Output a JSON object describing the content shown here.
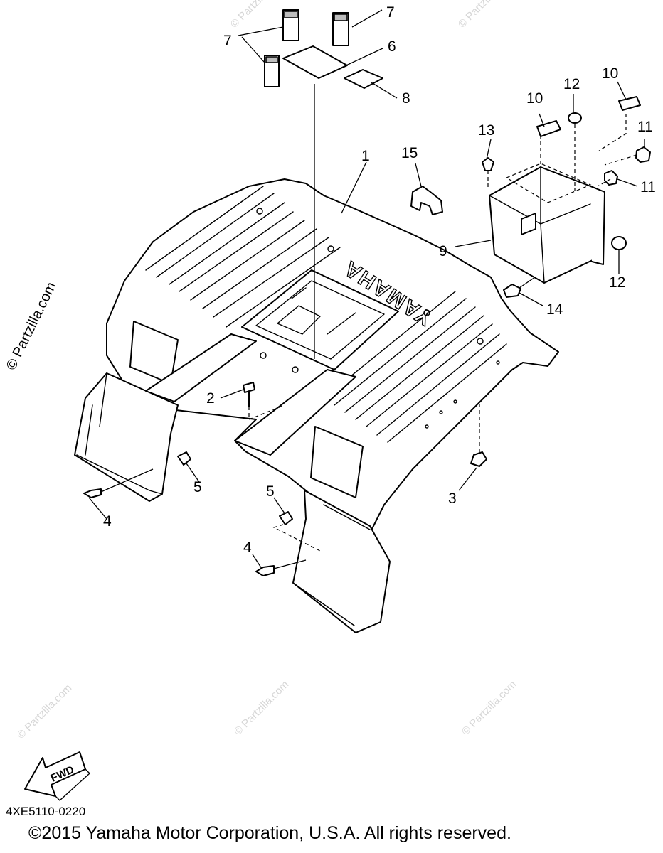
{
  "diagram": {
    "part_callouts": [
      "1",
      "2",
      "3",
      "4",
      "4",
      "5",
      "5",
      "6",
      "7",
      "7",
      "8",
      "9",
      "10",
      "10",
      "11",
      "11",
      "12",
      "12",
      "13",
      "14",
      "15"
    ],
    "brand_marking": "YAMAHA",
    "fwd_label": "FWD",
    "side_watermark": "© Partzilla.com",
    "tile_watermark": "© Partzilla.com"
  },
  "footer": {
    "diagram_code": "4XE5110-0220",
    "copyright": "©2015  Yamaha Motor Corporation, U.S.A. All rights reserved."
  }
}
